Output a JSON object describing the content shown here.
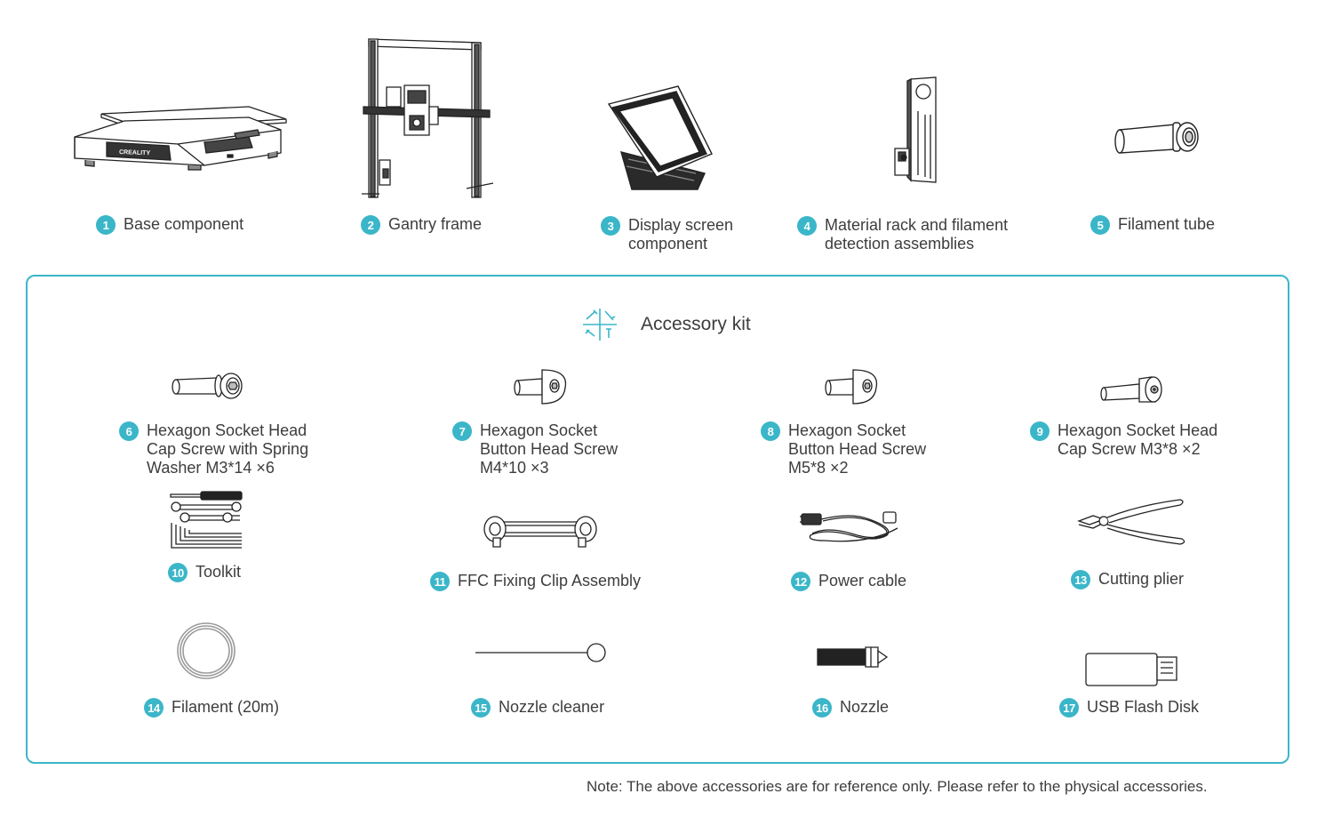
{
  "accent": "#3bb6c9",
  "parts": [
    {
      "num": "1",
      "label": "Base component",
      "icon": "base-component-illustration"
    },
    {
      "num": "2",
      "label": "Gantry frame",
      "icon": "gantry-frame-illustration"
    },
    {
      "num": "3",
      "label": "Display screen\ncomponent",
      "icon": "display-screen-illustration"
    },
    {
      "num": "4",
      "label": "Material rack and filament\ndetection assemblies",
      "icon": "material-rack-illustration"
    },
    {
      "num": "5",
      "label": "Filament tube",
      "icon": "filament-tube-illustration"
    }
  ],
  "accessory_kit": {
    "title": "Accessory kit",
    "title_icon": "tools-icon",
    "items": [
      {
        "num": "6",
        "label": "Hexagon Socket Head\nCap Screw with Spring\nWasher M3*14 ×6",
        "icon": "cap-screw-spring-washer-illustration"
      },
      {
        "num": "7",
        "label": "Hexagon Socket\nButton Head Screw\nM4*10 ×3",
        "icon": "button-head-screw-m4-illustration"
      },
      {
        "num": "8",
        "label": "Hexagon Socket\nButton Head Screw\nM5*8 ×2",
        "icon": "button-head-screw-m5-illustration"
      },
      {
        "num": "9",
        "label": "Hexagon Socket Head\nCap Screw M3*8 ×2",
        "icon": "cap-screw-m3-illustration"
      },
      {
        "num": "10",
        "label": "Toolkit",
        "icon": "toolkit-illustration"
      },
      {
        "num": "11",
        "label": "FFC Fixing Clip Assembly",
        "icon": "ffc-clip-illustration"
      },
      {
        "num": "12",
        "label": "Power cable",
        "icon": "power-cable-illustration"
      },
      {
        "num": "13",
        "label": "Cutting plier",
        "icon": "cutting-plier-illustration"
      },
      {
        "num": "14",
        "label": "Filament (20m)",
        "icon": "filament-coil-illustration"
      },
      {
        "num": "15",
        "label": "Nozzle cleaner",
        "icon": "nozzle-cleaner-illustration"
      },
      {
        "num": "16",
        "label": "Nozzle",
        "icon": "nozzle-illustration"
      },
      {
        "num": "17",
        "label": "USB Flash Disk",
        "icon": "usb-flash-disk-illustration"
      }
    ]
  },
  "brand_mark": "CREALITY",
  "note": "Note: The above accessories are for reference only. Please refer to the physical accessories."
}
